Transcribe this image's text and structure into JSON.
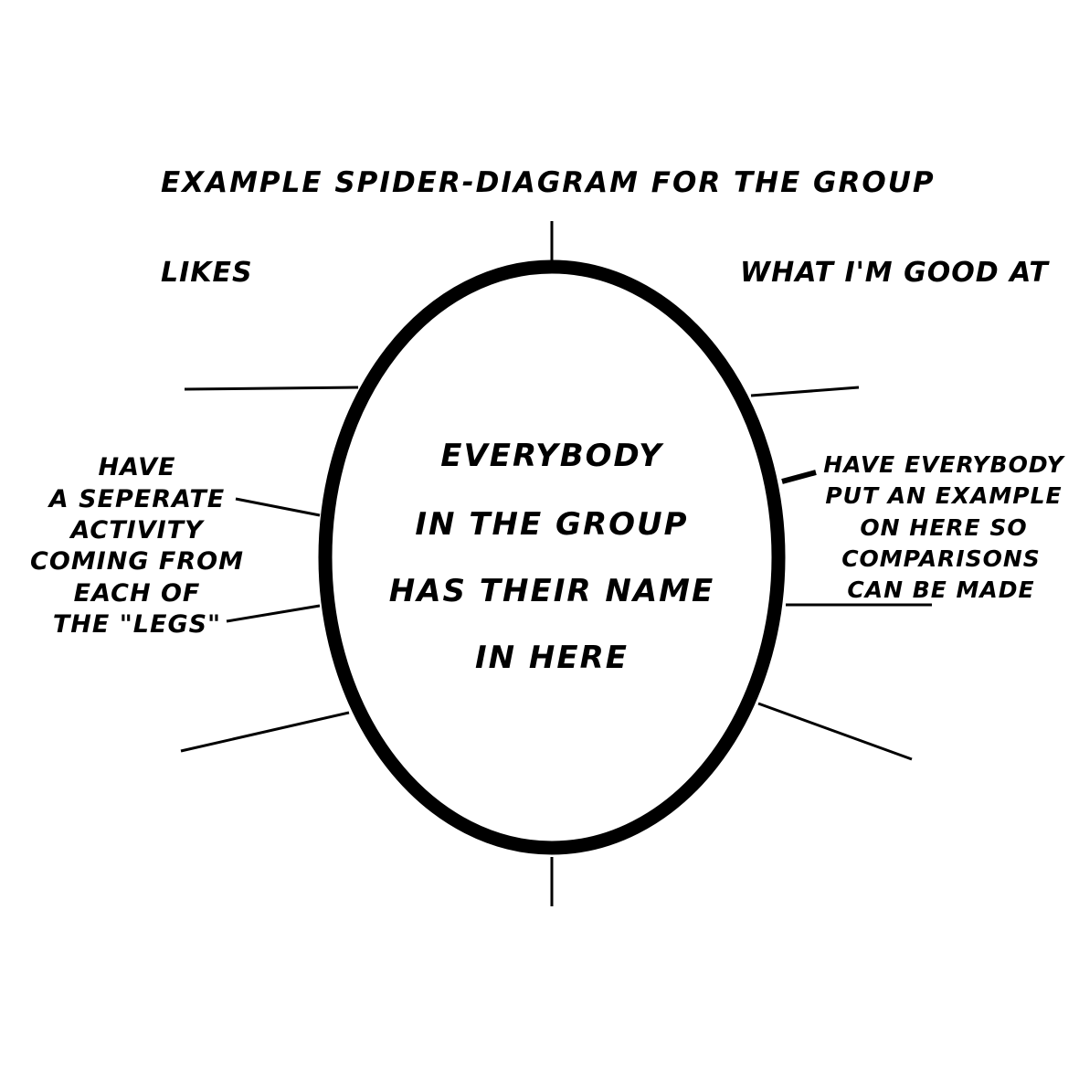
{
  "title": "EXAMPLE SPIDER-DIAGRAM FOR THE GROUP",
  "labels": {
    "likes": "LIKES",
    "good_at": "WHAT I'M GOOD AT"
  },
  "center": {
    "lines": [
      "EVERYBODY",
      "IN THE GROUP",
      "HAS THEIR NAME",
      "IN HERE"
    ]
  },
  "left_note": {
    "lines": [
      "HAVE",
      "A SEPERATE",
      "ACTIVITY",
      "COMING FROM",
      "EACH OF",
      "THE \"LEGS\""
    ]
  },
  "right_note": {
    "lines": [
      "HAVE EVERYBODY",
      "PUT AN EXAMPLE",
      "ON HERE SO",
      "COMPARISONS",
      "CAN BE MADE"
    ]
  },
  "colors": {
    "ink": "#000000",
    "background": "#ffffff"
  }
}
